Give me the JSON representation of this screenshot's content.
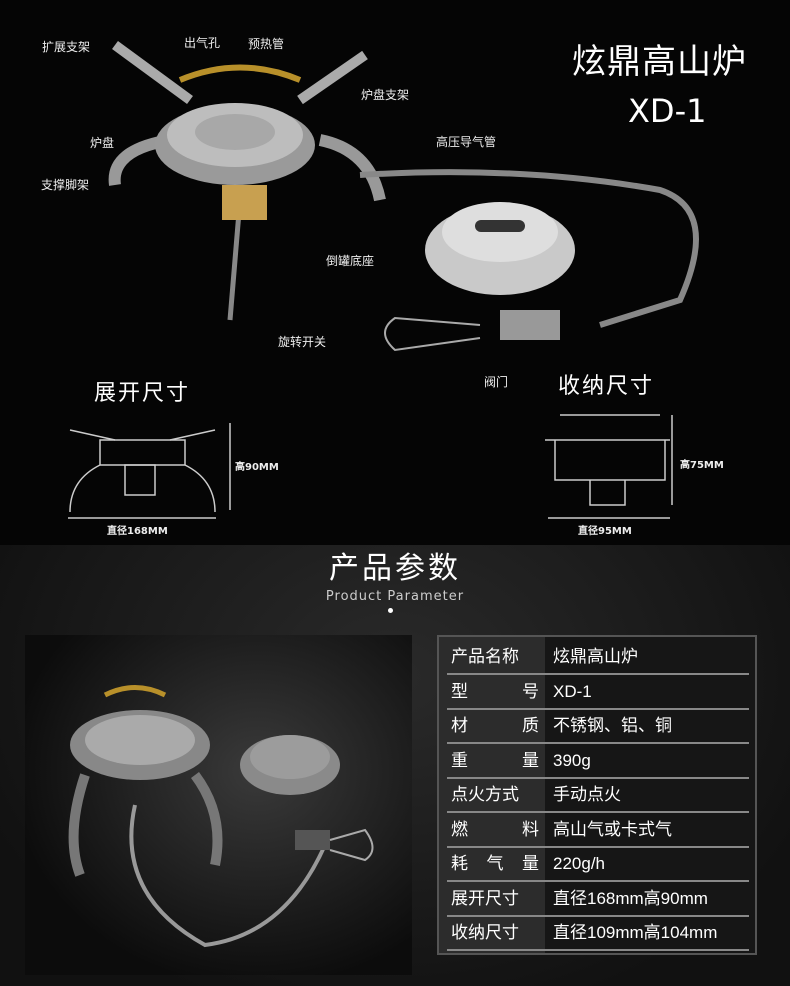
{
  "header": {
    "title": "炫鼎高山炉",
    "model": "XD-1"
  },
  "callouts": [
    "扩展支架",
    "出气孔",
    "预热管",
    "炉盘支架",
    "炉盘",
    "支撑脚架",
    "高压导气管",
    "倒罐底座",
    "旋转开关",
    "阀门"
  ],
  "dimensions": {
    "open": {
      "title": "展开尺寸",
      "height": "高90MM",
      "diameter": "直径168MM"
    },
    "folded": {
      "title": "收纳尺寸",
      "height": "高75MM",
      "diameter": "直径95MM"
    }
  },
  "params": {
    "title": "产品参数",
    "subtitle": "Product Parameter",
    "rows": [
      {
        "key": "产品名称",
        "value": "炫鼎高山炉"
      },
      {
        "key": "型号",
        "value": "XD-1"
      },
      {
        "key": "材质",
        "value": "不锈钢、铝、铜"
      },
      {
        "key": "重量",
        "value": "390g"
      },
      {
        "key": "点火方式",
        "value": "手动点火"
      },
      {
        "key": "燃料",
        "value": "高山气或卡式气"
      },
      {
        "key": "耗气量",
        "value": "220g/h"
      },
      {
        "key": "展开尺寸",
        "value": "直径168mm高90mm"
      },
      {
        "key": "收纳尺寸",
        "value": "直径109mm高104mm"
      }
    ]
  }
}
